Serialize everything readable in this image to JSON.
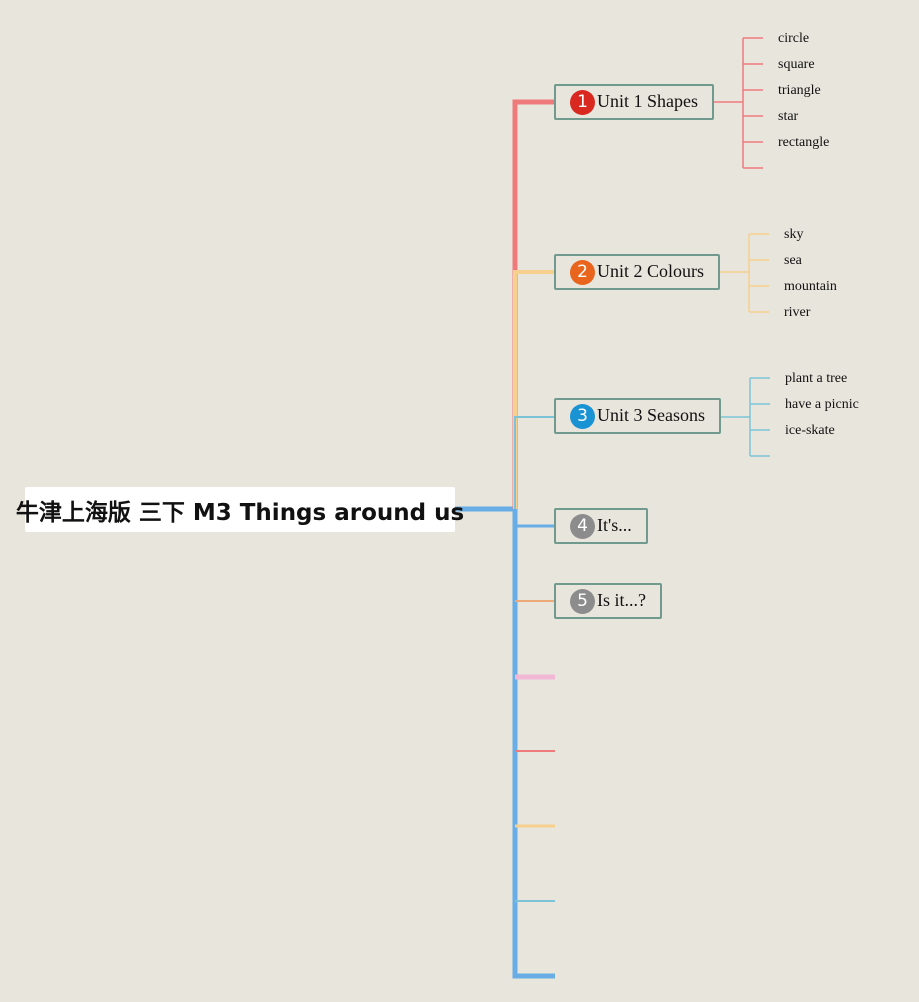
{
  "root": {
    "title": "牛津上海版 三下 M3 Things around us"
  },
  "colors": {
    "background": "#e8e5dd",
    "red": "#ef7a7c",
    "orange": "#f6d08c",
    "cyan": "#7cc3d8",
    "blue": "#68ade6",
    "peach": "#eea97a",
    "pink": "#f1b8d5",
    "node_border": "#6f9a8d"
  },
  "branches": [
    {
      "number": "1",
      "label": "Unit 1 Shapes",
      "badge_color": "#d9281f",
      "line_color": "#ef7a7c",
      "leaves": [
        "circle",
        "square",
        "triangle",
        "star",
        "rectangle"
      ]
    },
    {
      "number": "2",
      "label": "Unit 2 Colours",
      "badge_color": "#e9641c",
      "line_color": "#f6d08c",
      "leaves": [
        "sky",
        "sea",
        "mountain",
        "river"
      ]
    },
    {
      "number": "3",
      "label": "Unit 3 Seasons",
      "badge_color": "#1a93d4",
      "line_color": "#7cc3d8",
      "leaves": [
        "plant a tree",
        "have a picnic",
        "ice-skate"
      ]
    },
    {
      "number": "4",
      "label": "It's...",
      "badge_color": "#8c8c8c",
      "line_color": "#68ade6",
      "leaves": []
    },
    {
      "number": "5",
      "label": "Is it...?",
      "badge_color": "#8c8c8c",
      "line_color": "#eea97a",
      "leaves": []
    }
  ],
  "empty_branches": [
    {
      "line_color": "#f1b8d5"
    },
    {
      "line_color": "#ef7a7c"
    },
    {
      "line_color": "#f6d08c"
    },
    {
      "line_color": "#7cc3d8"
    },
    {
      "line_color": "#68ade6"
    }
  ]
}
